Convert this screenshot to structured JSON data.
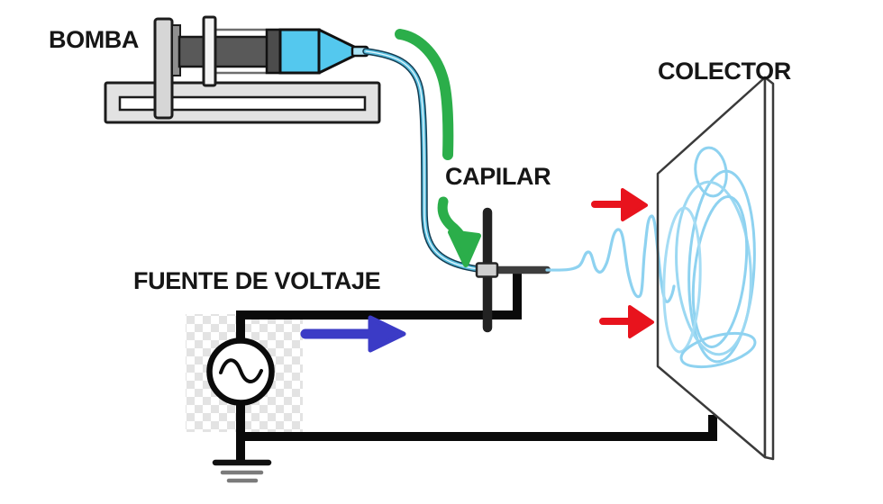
{
  "diagram": {
    "type": "electrospinning-setup",
    "labels": {
      "pump": "BOMBA",
      "capillary": "CAPILAR",
      "collector": "COLECTOR",
      "voltage_source": "FUENTE DE VOLTAJE"
    },
    "colors": {
      "syringe_fluid_cyan": "#54C8EE",
      "nozzle_light_cyan": "#ACE4F6",
      "tube_blue": "#58BEDE",
      "jet_light_blue": "#8ED2F0",
      "flow_arrow_green": "#2BAE4A",
      "field_arrows_red": "#E8131D",
      "voltage_arrow_blue": "#3B3BC6",
      "wire_black": "#0A0A0A",
      "equipment_gray": "#E2E2E2",
      "plunger_dark_gray": "#595959",
      "plate_outline_gray": "#3A3A3A"
    }
  }
}
